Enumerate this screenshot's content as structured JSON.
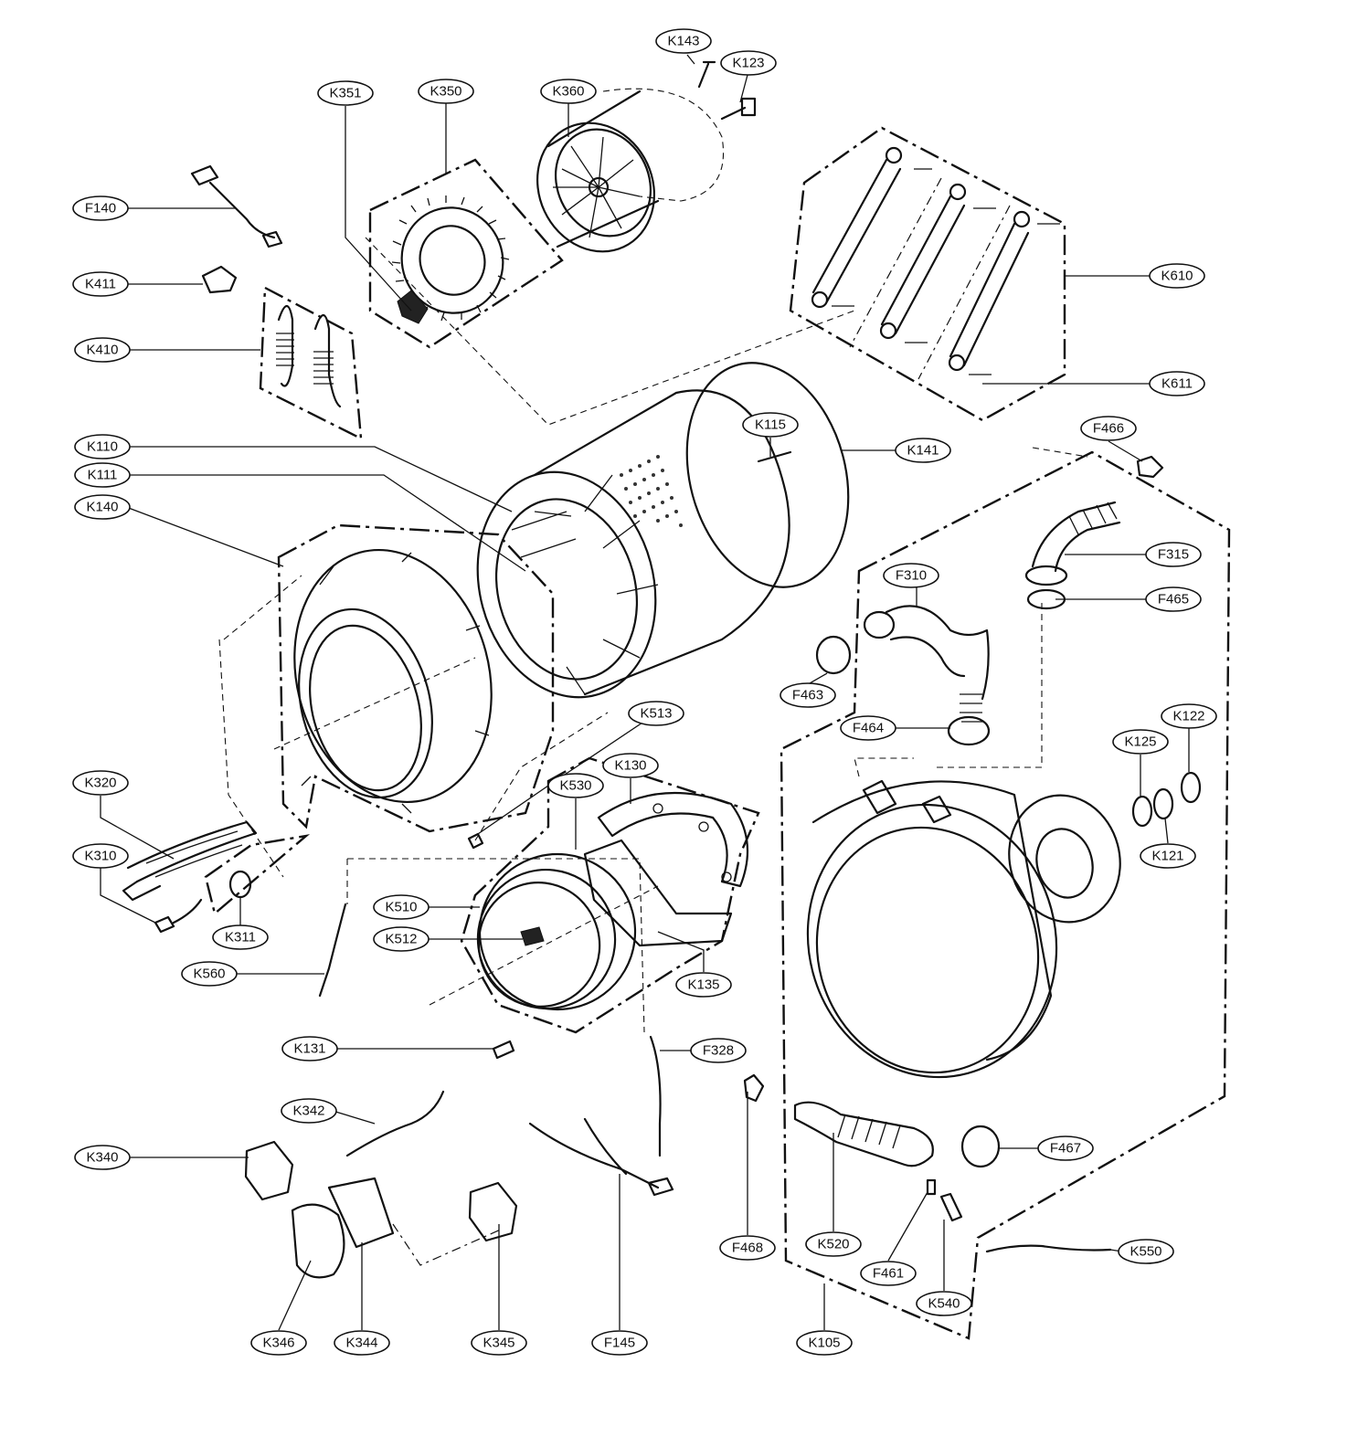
{
  "labels": {
    "K143": "K143",
    "K123": "K123",
    "K351": "K351",
    "K350": "K350",
    "K360": "K360",
    "F140": "F140",
    "K411": "K411",
    "K410": "K410",
    "K610": "K610",
    "K611": "K611",
    "K115": "K115",
    "K141": "K141",
    "K110": "K110",
    "K111": "K111",
    "K140": "K140",
    "F466": "F466",
    "F315": "F315",
    "F310": "F310",
    "F465": "F465",
    "F463": "F463",
    "K513": "K513",
    "F464": "F464",
    "K122": "K122",
    "K125": "K125",
    "K130": "K130",
    "K530": "K530",
    "K320": "K320",
    "K310": "K310",
    "K121": "K121",
    "K311": "K311",
    "K510": "K510",
    "K512": "K512",
    "K560": "K560",
    "K135": "K135",
    "K131": "K131",
    "F328": "F328",
    "K342": "K342",
    "F467": "F467",
    "K340": "K340",
    "F468": "F468",
    "K520": "K520",
    "K550": "K550",
    "F461": "F461",
    "K540": "K540",
    "K346": "K346",
    "K344": "K344",
    "K345": "K345",
    "F145": "F145",
    "K105": "K105"
  }
}
